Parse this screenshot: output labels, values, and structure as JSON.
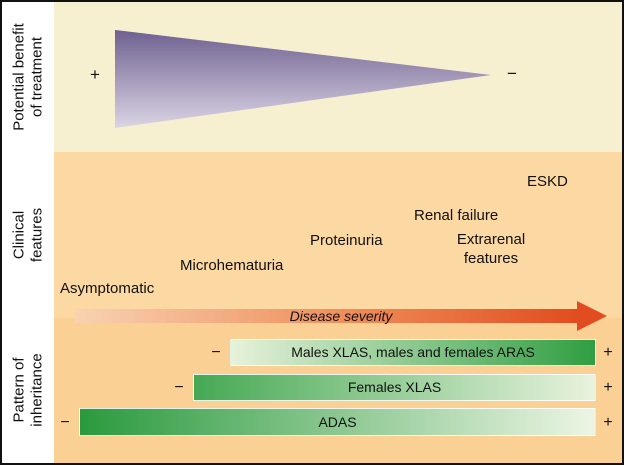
{
  "colors": {
    "band_treatment_bg": "#f6efd0",
    "band_clinical_bg": "#fcd8a2",
    "band_inheritance_bg": "#fbd094",
    "triangle_top": "#6f6090",
    "triangle_bottom": "#dbd5e5",
    "arrow_start": "#f8d2b2",
    "arrow_end": "#e14c20",
    "bar_green_dark": "#2f9e41",
    "bar_green_light": "#e9f3de"
  },
  "treatment_band": {
    "side_label_line1": "Potential benefit",
    "side_label_line2": "of treatment",
    "plus": "+",
    "minus": "−"
  },
  "clinical_band": {
    "side_label_line1": "Clinical",
    "side_label_line2": "features",
    "items": [
      {
        "text": "Asymptomatic"
      },
      {
        "text": "Microhematuria"
      },
      {
        "text": "Proteinuria"
      },
      {
        "text": "Renal failure"
      },
      {
        "text": "ESKD"
      },
      {
        "text_line1": "Extrarenal",
        "text_line2": "features"
      }
    ],
    "severity_arrow_label": "Disease severity"
  },
  "inheritance_band": {
    "side_label_line1": "Pattern of",
    "side_label_line2": "inheritance",
    "bars": [
      {
        "label": "Males XLAS, males and females ARAS",
        "minus": "−",
        "plus": "+"
      },
      {
        "label": "Females XLAS",
        "minus": "−",
        "plus": "+"
      },
      {
        "label": "ADAS",
        "minus": "−",
        "plus": "+"
      }
    ]
  }
}
